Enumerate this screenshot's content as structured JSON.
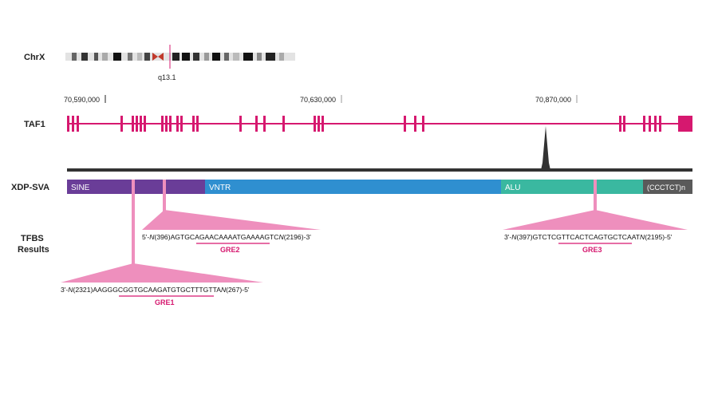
{
  "labels": {
    "chrx": "ChrX",
    "taf1": "TAF1",
    "xdp_sva": "XDP-SVA",
    "tfbs_line1": "TFBS",
    "tfbs_line2": "Results"
  },
  "chromosome": {
    "band": "q13.1"
  },
  "ticks": [
    "70,590,000",
    "70,630,000",
    "70,870,000"
  ],
  "segments": {
    "sine": "SINE",
    "vntr": "VNTR",
    "alu": "ALU",
    "repeat": "(CCCTCT)n"
  },
  "sequences": {
    "gre2": {
      "prefix": "5'-",
      "n": "N",
      "count": "(396)",
      "bases": "AGTGCAGAACAAAATGAAAAGTC",
      "n2": "N",
      "count2": "(2196)",
      "suffix": "-3'",
      "label": "GRE2"
    },
    "gre3": {
      "prefix": "3'-",
      "n": "N",
      "count": "(397)",
      "bases": "GTCTCGTTCACTCAGTGCTCAAT",
      "n2": "N",
      "count2": "(2195)",
      "suffix": "-5'",
      "label": "GRE3"
    },
    "gre1": {
      "prefix": "3'-",
      "n": "N",
      "count": "(2321)",
      "bases": "AAGGGCGGTGCAAGATGTGCTTTGTTA",
      "n2": "N",
      "count2": "(267)",
      "suffix": "-5'",
      "label": "GRE1"
    }
  },
  "colors": {
    "magenta": "#d6186f",
    "pink": "#ee8fbd",
    "sine": "#6a3d98",
    "vntr": "#2f8fd0",
    "alu": "#3ab8a0",
    "repeat": "#5a5a5a",
    "dark": "#333333"
  }
}
